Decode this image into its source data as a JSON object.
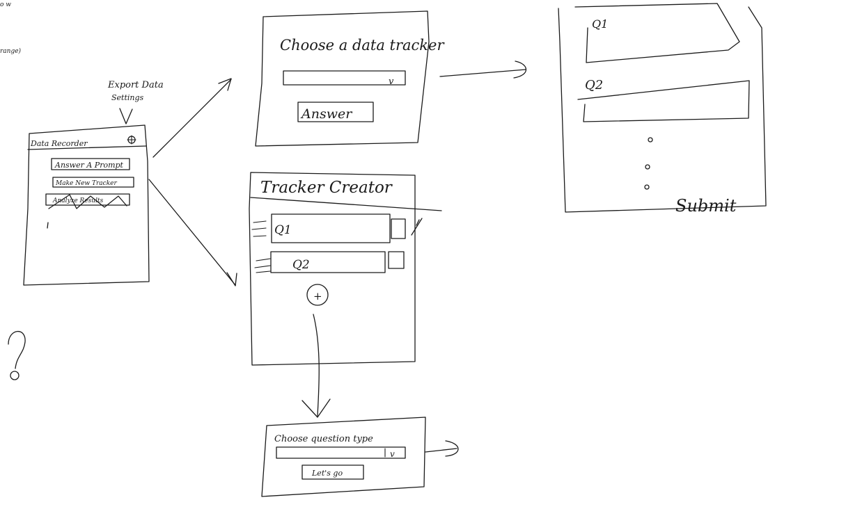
{
  "home_screen": {
    "title": "Data Recorder",
    "settings_annotation": [
      "Export Data",
      "Settings"
    ],
    "buttons": [
      "Answer A Prompt",
      "Make New Tracker",
      "Analyze Results"
    ]
  },
  "chooser_screen": {
    "title": "Choose a data tracker",
    "dropdown_arrow": "v",
    "button": "Answer"
  },
  "answer_screen": {
    "questions": [
      "Q1",
      "Q2"
    ],
    "submit": "Submit"
  },
  "creator_screen": {
    "title": "Tracker Creator",
    "questions": [
      "Q1",
      "Q2"
    ],
    "add": "+"
  },
  "question_type_screen": {
    "title": "Choose question type",
    "dropdown_arrow": "v",
    "button": "Let's go"
  },
  "margin_notes": [
    "o w",
    "range)"
  ]
}
